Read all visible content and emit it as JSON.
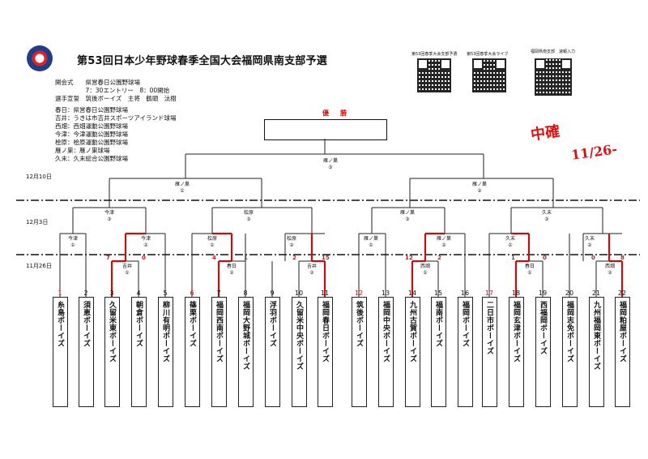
{
  "header": {
    "title": "第53回日本少年野球春季全国大会福岡県南支部予選",
    "info_lines": [
      "開会式　　県営春日公園野球場",
      "　　　　　7：30エントリー　8：00開始",
      "選手宣誓　筑後ボーイズ　主将　鶴頭　汰樹",
      "春日：県営春日公園野球場",
      "吉井：うきは市吉井スポーツアイランド球場",
      "西畑：西畑運動公園野球場",
      "今津：今津運動公園野球場",
      "桧原：桧原運動公園野球場",
      "雁ノ巣：雁ノ巣球場",
      "久末：久末総合公園野球場"
    ],
    "qr_captions": [
      "第53回春季大会支部予選",
      "第53回春季大会ライブ",
      "福岡県南支部　速報入力"
    ],
    "handwritten": {
      "stamp": "中確",
      "date": "11/26-"
    }
  },
  "bracket": {
    "champion_label": "優　勝",
    "dates": [
      "12月10日",
      "12月3日",
      "11月26日"
    ],
    "final": {
      "venue": "雁ノ巣",
      "game": "③"
    },
    "semis": [
      {
        "venue": "雁ノ巣",
        "game": "①"
      },
      {
        "venue": "雁ノ巣",
        "game": "②"
      }
    ],
    "quarters": [
      {
        "venue": "今津",
        "game": "③"
      },
      {
        "venue": "桧原",
        "game": "③"
      },
      {
        "venue": "雁ノ巣",
        "game": "③"
      },
      {
        "venue": "久末",
        "game": "③"
      }
    ],
    "round2": [
      {
        "venue": "今津",
        "game": "①"
      },
      {
        "venue": "今津",
        "game": "②"
      },
      {
        "venue": "桧原",
        "game": "①"
      },
      {
        "venue": "桧原",
        "game": "②"
      },
      {
        "venue": "雁ノ巣",
        "game": "①"
      },
      {
        "venue": "雁ノ巣",
        "game": "②"
      },
      {
        "venue": "久末",
        "game": "①"
      },
      {
        "venue": "久末",
        "game": "②"
      }
    ],
    "round1": [
      {
        "venue": "吉井",
        "game": "①"
      },
      {
        "venue": "春日",
        "game": "②"
      },
      {
        "venue": "吉井",
        "game": "②"
      },
      {
        "venue": "西畑",
        "game": "①"
      },
      {
        "venue": "春日",
        "game": "①"
      },
      {
        "venue": "西畑",
        "game": "②"
      }
    ],
    "teams": [
      {
        "no": "1",
        "name": "糸島ボーイズ",
        "seed": true
      },
      {
        "no": "2",
        "name": "須恵ボーイズ"
      },
      {
        "no": "3",
        "name": "久留米東ボーイズ"
      },
      {
        "no": "4",
        "name": "朝倉ボーイズ"
      },
      {
        "no": "5",
        "name": "柳川有明ボーイズ"
      },
      {
        "no": "6",
        "name": "篠栗ボーイズ",
        "seed": true
      },
      {
        "no": "7",
        "name": "福岡西南ボーイズ"
      },
      {
        "no": "8",
        "name": "福岡大野城ボーイズ"
      },
      {
        "no": "9",
        "name": "浮羽ボーイズ"
      },
      {
        "no": "10",
        "name": "久留米中央ボーイズ"
      },
      {
        "no": "11",
        "name": "福岡春日ボーイズ"
      },
      {
        "no": "12",
        "name": "筑後ボーイズ",
        "seed": true
      },
      {
        "no": "13",
        "name": "福岡中央ボーイズ"
      },
      {
        "no": "14",
        "name": "九州古賀ボーイズ"
      },
      {
        "no": "15",
        "name": "福南ボーイズ"
      },
      {
        "no": "16",
        "name": "福岡ボーイズ"
      },
      {
        "no": "17",
        "name": "二日市ボーイズ",
        "seed": true
      },
      {
        "no": "18",
        "name": "福岡玄津ボーイズ"
      },
      {
        "no": "19",
        "name": "西福岡ボーイズ"
      },
      {
        "no": "20",
        "name": "福岡志免ボーイズ"
      },
      {
        "no": "21",
        "name": "九州福岡東ボーイズ"
      },
      {
        "no": "22",
        "name": "福岡粕屋ボーイズ"
      }
    ],
    "scores": [
      "7",
      "0",
      "4",
      "1",
      "2",
      "15",
      "12",
      "2",
      "1",
      "0",
      "0",
      "8"
    ],
    "colors": {
      "seed": "#d11111",
      "winner_line": "#c01010"
    }
  }
}
